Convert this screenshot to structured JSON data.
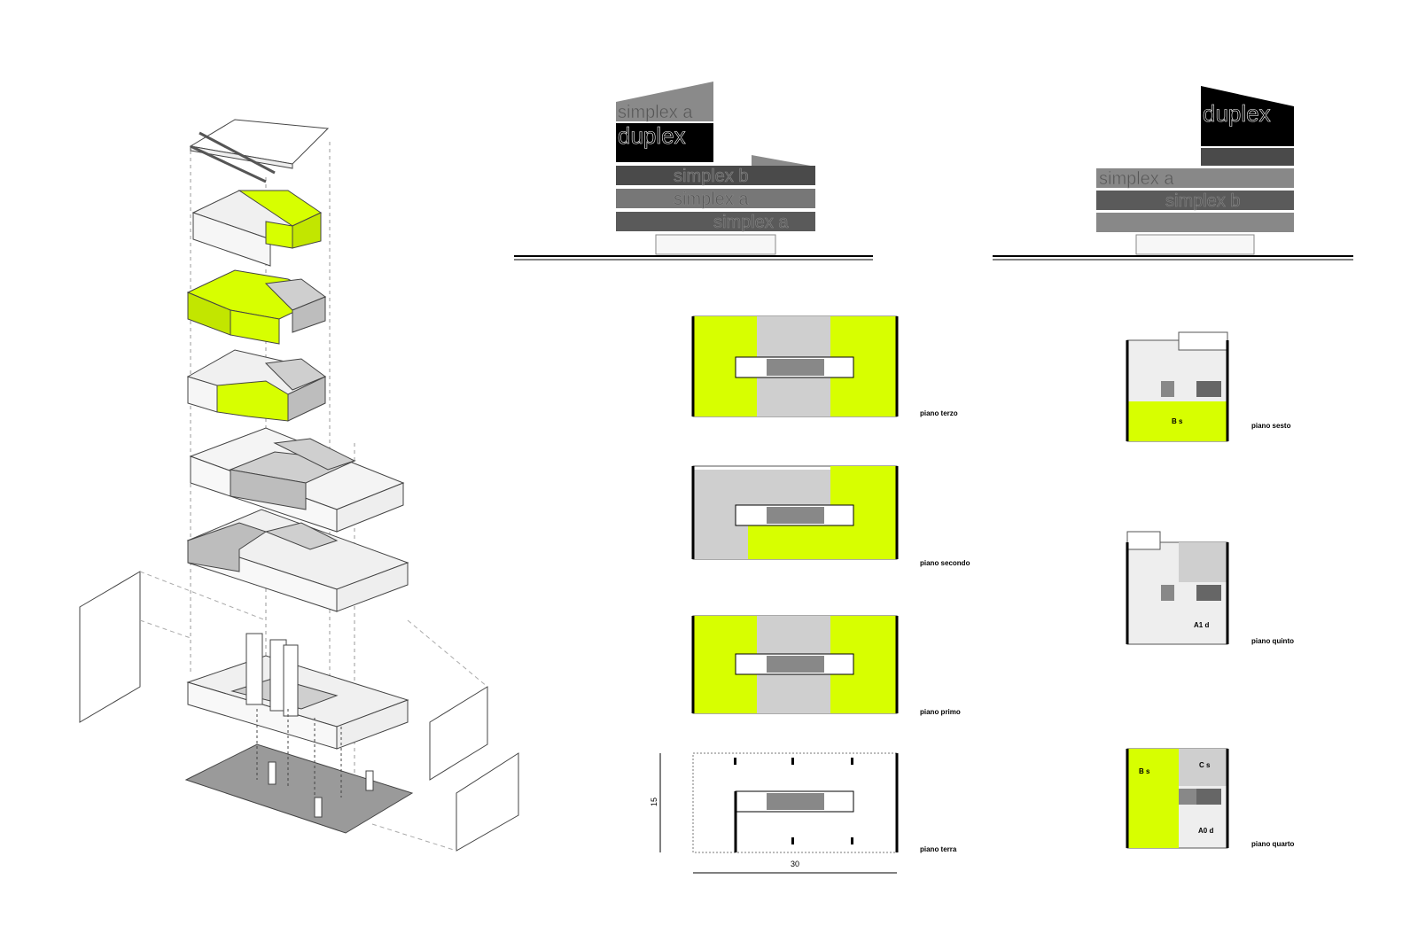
{
  "colors": {
    "lime": "#d7ff00",
    "grey_light": "#cfcfcf",
    "grey_mid": "#9a9a9a",
    "grey_dark": "#4a4a4a",
    "black": "#000000",
    "line": "#333333"
  },
  "elevation_left": {
    "rows": [
      "simplex a",
      "duplex",
      "simplex a",
      "simplex b",
      "simplex a"
    ]
  },
  "elevation_right": {
    "rows": [
      "duplex",
      "simplex a",
      "simplex b"
    ]
  },
  "plans_left": [
    {
      "label": "piano terzo"
    },
    {
      "label": "piano secondo"
    },
    {
      "label": "piano primo"
    },
    {
      "label": "piano terra"
    }
  ],
  "plans_right": [
    {
      "label": "piano sesto",
      "rooms": [
        "B s"
      ]
    },
    {
      "label": "piano quinto",
      "rooms": [
        "A1 d"
      ]
    },
    {
      "label": "piano quarto",
      "rooms": [
        "B s",
        "C s",
        "A0 d"
      ]
    }
  ],
  "dimensions": {
    "width": "30",
    "depth": "15"
  }
}
